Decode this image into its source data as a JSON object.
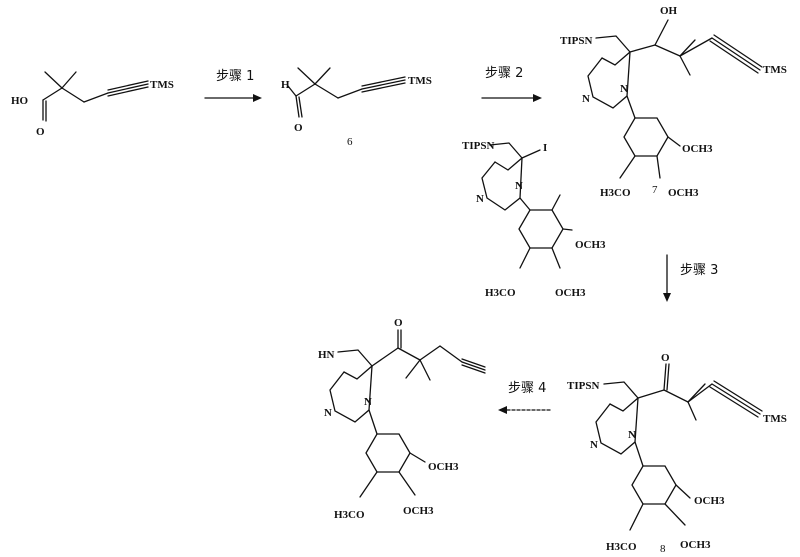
{
  "steps": [
    {
      "label": "步骤 1"
    },
    {
      "label": "步骤 2"
    },
    {
      "label": "步骤 3"
    },
    {
      "label": "步骤 4"
    }
  ],
  "compounds": {
    "acid": {
      "groups": [
        "HO",
        "O",
        "TMS"
      ]
    },
    "aldehyde": {
      "number": "6",
      "groups": [
        "H",
        "O",
        "TMS"
      ]
    },
    "iodide": {
      "groups": [
        "TIPSN",
        "I",
        "N",
        "N",
        "OCH3",
        "H3CO",
        "OCH3"
      ]
    },
    "alcohol": {
      "number": "7",
      "groups": [
        "TIPSN",
        "OH",
        "TMS",
        "N",
        "N",
        "OCH3",
        "H3CO",
        "OCH3"
      ]
    },
    "ketone": {
      "number": "8",
      "groups": [
        "TIPSN",
        "O",
        "TMS",
        "N",
        "N",
        "OCH3",
        "H3CO",
        "OCH3"
      ]
    },
    "product": {
      "groups": [
        "HN",
        "O",
        "N",
        "N",
        "OCH3",
        "H3CO",
        "OCH3"
      ]
    }
  }
}
